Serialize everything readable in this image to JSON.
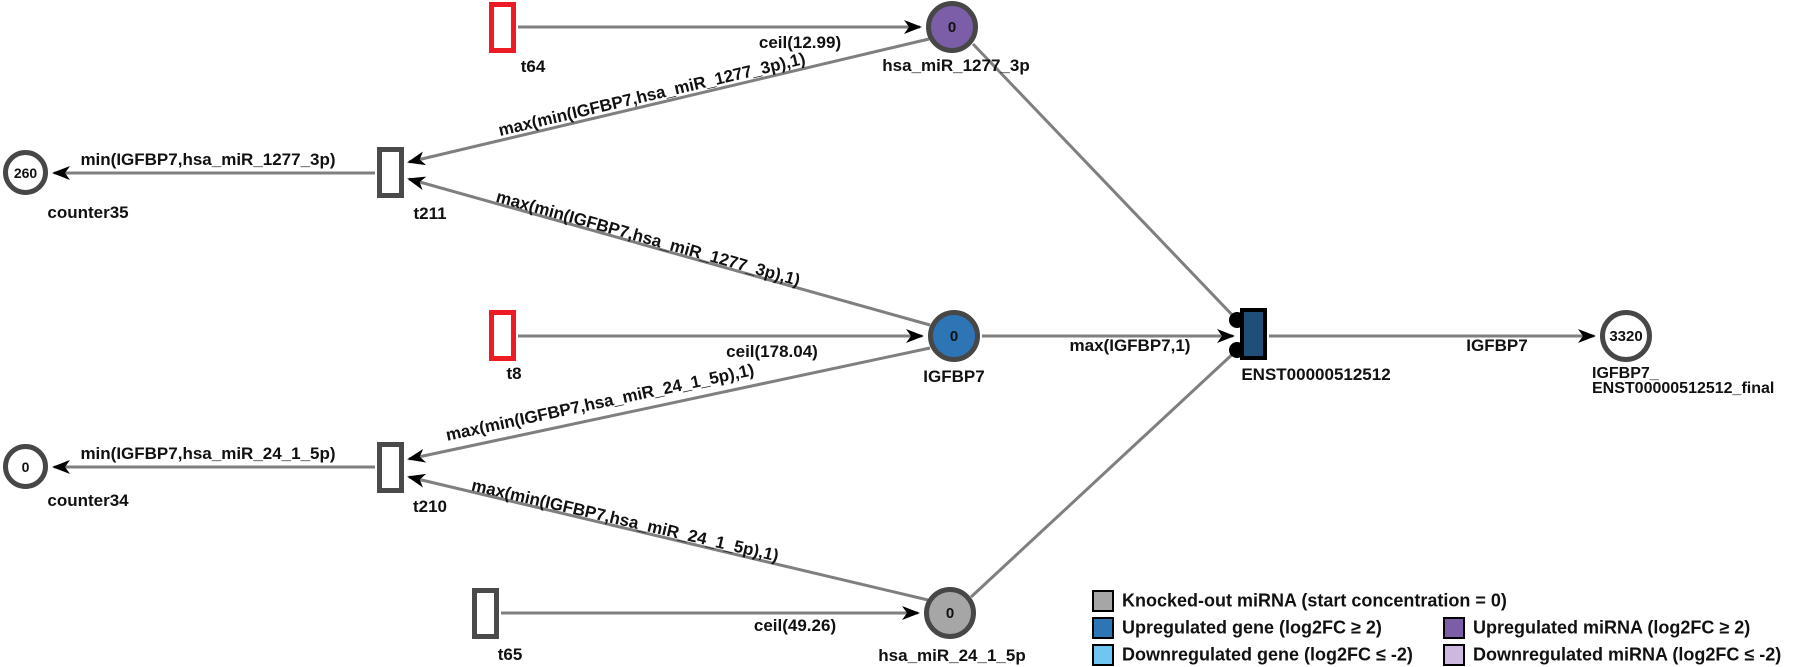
{
  "diagram_type": "petri-net-simulation",
  "places": {
    "mir1277": {
      "value": "0",
      "label": "hsa_miR_1277_3p"
    },
    "igfbp7": {
      "value": "0",
      "label": "IGFBP7"
    },
    "mir24": {
      "value": "0",
      "label": "hsa_miR_24_1_5p"
    },
    "counter35": {
      "value": "260",
      "label": "counter35"
    },
    "counter34": {
      "value": "0",
      "label": "counter34"
    },
    "final": {
      "value": "3320",
      "label_line1": "IGFBP7_",
      "label_line2": "ENST00000512512_final"
    }
  },
  "transitions": {
    "t64": {
      "label": "t64"
    },
    "t8": {
      "label": "t8"
    },
    "t65": {
      "label": "t65"
    },
    "t211": {
      "label": "t211"
    },
    "t210": {
      "label": "t210"
    },
    "enst": {
      "label": "ENST00000512512"
    }
  },
  "edge_labels": {
    "t64_to_mir1277": "ceil(12.99)",
    "t8_to_igfbp7": "ceil(178.04)",
    "t65_to_mir24": "ceil(49.26)",
    "t211_to_counter35": "min(IGFBP7,hsa_miR_1277_3p)",
    "t210_to_counter34": "min(IGFBP7,hsa_miR_24_1_5p)",
    "mir1277_to_t211": "max(min(IGFBP7,hsa_miR_1277_3p),1)",
    "igfbp7_to_t211": "max(min(IGFBP7,hsa_miR_1277_3p),1)",
    "igfbp7_to_t210": "max(min(IGFBP7,hsa_miR_24_1_5p),1)",
    "mir24_to_t210": "max(min(IGFBP7,hsa_miR_24_1_5p),1)",
    "igfbp7_to_enst": "max(IGFBP7,1)",
    "enst_to_final": "IGFBP7"
  },
  "colors": {
    "knocked_out_mirna": "#A6A6A6",
    "upregulated_gene": "#2E75B6",
    "downregulated_gene": "#70C6F0",
    "upregulated_mirna": "#7B5EA7",
    "downregulated_mirna": "#CDB9DF",
    "knockout_transition_border": "#ED1C24",
    "default_node_border": "#4A4A4A",
    "enst_transition_fill": "#1F4E79",
    "edge_stroke": "#7F7F7F"
  },
  "legend": {
    "knocked_out": {
      "label": "Knocked-out miRNA (start concentration = 0)"
    },
    "up_gene": {
      "label": "Upregulated gene (log2FC ≥ 2)"
    },
    "down_gene": {
      "label": "Downregulated gene (log2FC ≤ -2)"
    },
    "up_mirna": {
      "label": "Upregulated miRNA (log2FC ≥ 2)"
    },
    "down_mirna": {
      "label": "Downregulated miRNA (log2FC ≤ -2)"
    }
  }
}
